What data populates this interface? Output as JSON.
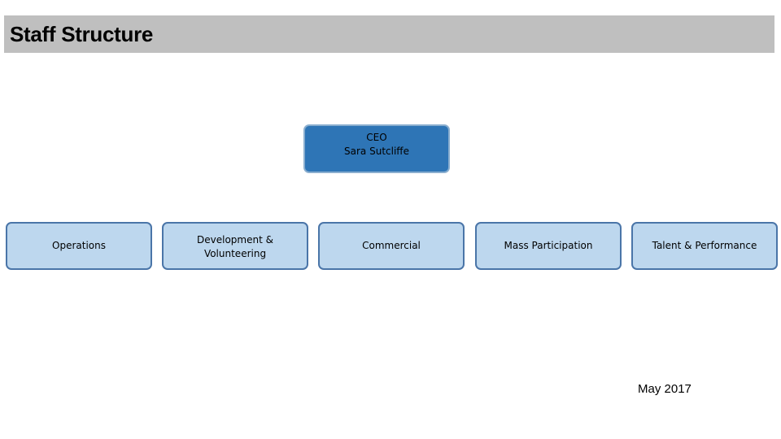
{
  "title": "Staff Structure",
  "ceo": {
    "role": "CEO",
    "name": "Sara Sutcliffe"
  },
  "departments": [
    {
      "line1": "Operations",
      "line2": ""
    },
    {
      "line1": "Development &",
      "line2": "Volunteering"
    },
    {
      "line1": "Commercial",
      "line2": ""
    },
    {
      "line1": "Mass Participation",
      "line2": ""
    },
    {
      "line1": "Talent & Performance",
      "line2": ""
    }
  ],
  "date": "May 2017",
  "colors": {
    "title_bar": "#bfbfbf",
    "ceo_fill": "#2e75b6",
    "dept_fill": "#bdd7ee",
    "dept_border": "#4a75a8"
  }
}
